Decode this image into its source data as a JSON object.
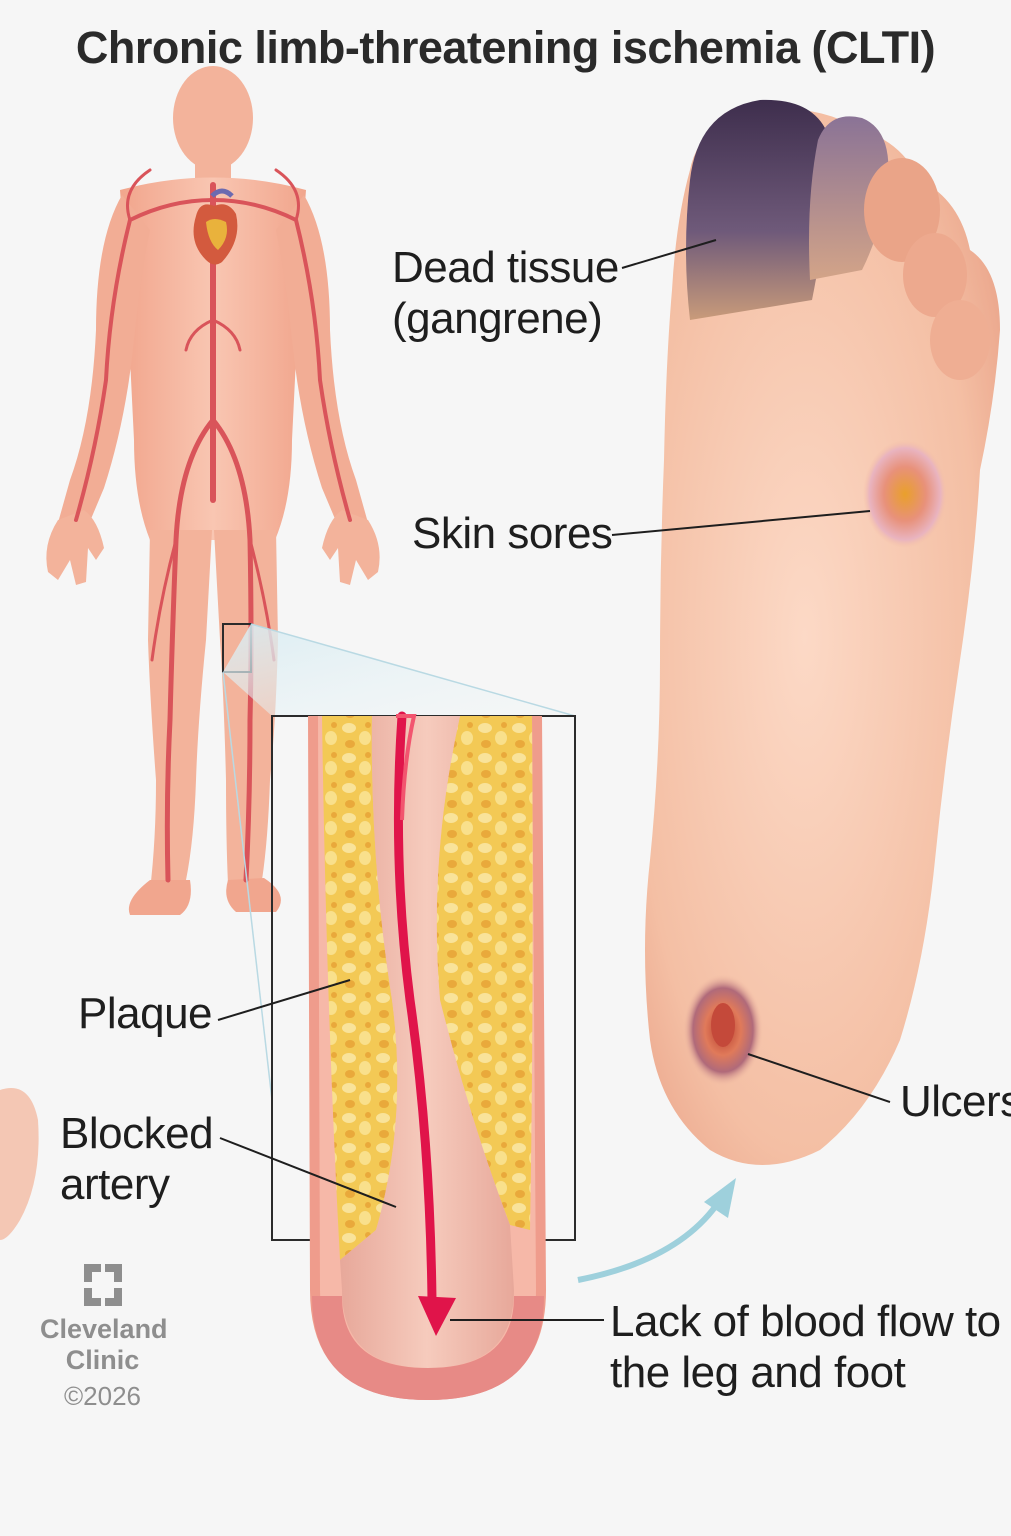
{
  "title": "Chronic limb-threatening ischemia (CLTI)",
  "labels": {
    "dead_tissue": "Dead tissue\n(gangrene)",
    "skin_sores": "Skin sores",
    "plaque": "Plaque",
    "blocked_artery": "Blocked\nartery",
    "ulcers": "Ulcers",
    "lack_of_blood_flow": "Lack of blood flow to\nthe leg and foot"
  },
  "logo": {
    "name": "Cleveland\nClinic",
    "copyright": "©2026"
  },
  "colors": {
    "skin": "#f3b8a0",
    "artery": "#d9545a",
    "plaque": "#f0c04a",
    "gangrene": "#5a3f66",
    "blood_flow_arrow": "#e0144a",
    "zoom_arrow": "#9ed0dc"
  }
}
